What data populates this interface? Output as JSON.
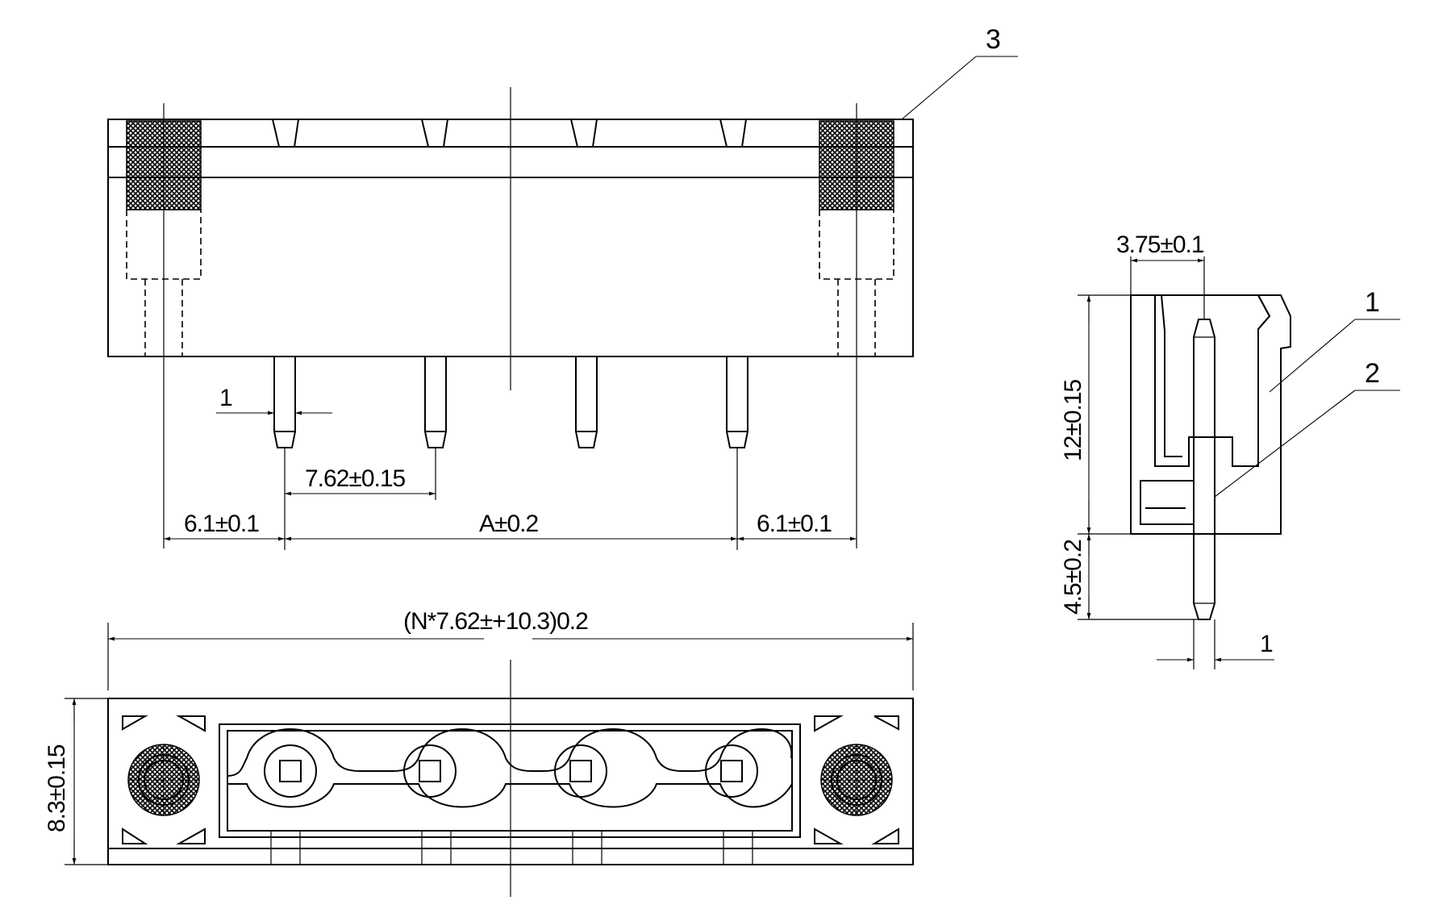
{
  "callouts": {
    "c1": "1",
    "c2": "2",
    "c3": "3"
  },
  "dims": {
    "pin_width_front": "1",
    "pitch": "7.62±0.15",
    "left_margin": "6.1±0.1",
    "span_a": "A±0.2",
    "right_margin": "6.1±0.1",
    "overall_length": "(N*7.62±+10.3)0.2",
    "bottom_height": "8.3±0.15",
    "side_offset": "3.75±0.1",
    "side_height": "12±0.15",
    "pin_length": "4.5±0.2",
    "pin_width_side": "1"
  },
  "colors": {
    "line": "#000000",
    "background": "#ffffff"
  }
}
